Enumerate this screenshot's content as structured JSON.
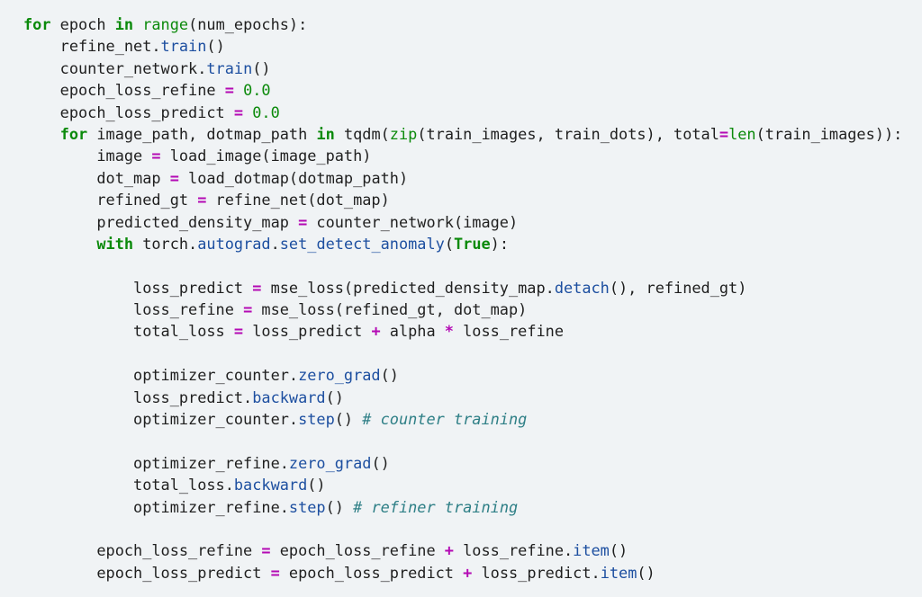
{
  "code": {
    "lines": [
      [
        {
          "t": "kw",
          "v": "for"
        },
        {
          "t": "tx",
          "v": " epoch "
        },
        {
          "t": "kw",
          "v": "in"
        },
        {
          "t": "tx",
          "v": " "
        },
        {
          "t": "bi",
          "v": "range"
        },
        {
          "t": "tx",
          "v": "(num_epochs):"
        }
      ],
      [
        {
          "t": "tx",
          "v": "    refine_net."
        },
        {
          "t": "at",
          "v": "train"
        },
        {
          "t": "tx",
          "v": "()"
        }
      ],
      [
        {
          "t": "tx",
          "v": "    counter_network."
        },
        {
          "t": "at",
          "v": "train"
        },
        {
          "t": "tx",
          "v": "()"
        }
      ],
      [
        {
          "t": "tx",
          "v": "    epoch_loss_refine "
        },
        {
          "t": "op",
          "v": "="
        },
        {
          "t": "tx",
          "v": " "
        },
        {
          "t": "nu",
          "v": "0.0"
        }
      ],
      [
        {
          "t": "tx",
          "v": "    epoch_loss_predict "
        },
        {
          "t": "op",
          "v": "="
        },
        {
          "t": "tx",
          "v": " "
        },
        {
          "t": "nu",
          "v": "0.0"
        }
      ],
      [
        {
          "t": "tx",
          "v": "    "
        },
        {
          "t": "kw",
          "v": "for"
        },
        {
          "t": "tx",
          "v": " image_path, dotmap_path "
        },
        {
          "t": "kw",
          "v": "in"
        },
        {
          "t": "tx",
          "v": " tqdm("
        },
        {
          "t": "bi",
          "v": "zip"
        },
        {
          "t": "tx",
          "v": "(train_images, train_dots), total"
        },
        {
          "t": "op",
          "v": "="
        },
        {
          "t": "bi",
          "v": "len"
        },
        {
          "t": "tx",
          "v": "(train_images)):"
        }
      ],
      [
        {
          "t": "tx",
          "v": "        image "
        },
        {
          "t": "op",
          "v": "="
        },
        {
          "t": "tx",
          "v": " load_image(image_path)"
        }
      ],
      [
        {
          "t": "tx",
          "v": "        dot_map "
        },
        {
          "t": "op",
          "v": "="
        },
        {
          "t": "tx",
          "v": " load_dotmap(dotmap_path)"
        }
      ],
      [
        {
          "t": "tx",
          "v": "        refined_gt "
        },
        {
          "t": "op",
          "v": "="
        },
        {
          "t": "tx",
          "v": " refine_net(dot_map)"
        }
      ],
      [
        {
          "t": "tx",
          "v": "        predicted_density_map "
        },
        {
          "t": "op",
          "v": "="
        },
        {
          "t": "tx",
          "v": " counter_network(image)"
        }
      ],
      [
        {
          "t": "tx",
          "v": "        "
        },
        {
          "t": "kw",
          "v": "with"
        },
        {
          "t": "tx",
          "v": " torch."
        },
        {
          "t": "at",
          "v": "autograd"
        },
        {
          "t": "tx",
          "v": "."
        },
        {
          "t": "at",
          "v": "set_detect_anomaly"
        },
        {
          "t": "tx",
          "v": "("
        },
        {
          "t": "kw",
          "v": "True"
        },
        {
          "t": "tx",
          "v": "):"
        }
      ],
      [],
      [
        {
          "t": "tx",
          "v": "            loss_predict "
        },
        {
          "t": "op",
          "v": "="
        },
        {
          "t": "tx",
          "v": " mse_loss(predicted_density_map."
        },
        {
          "t": "at",
          "v": "detach"
        },
        {
          "t": "tx",
          "v": "(), refined_gt)"
        }
      ],
      [
        {
          "t": "tx",
          "v": "            loss_refine "
        },
        {
          "t": "op",
          "v": "="
        },
        {
          "t": "tx",
          "v": " mse_loss(refined_gt, dot_map)"
        }
      ],
      [
        {
          "t": "tx",
          "v": "            total_loss "
        },
        {
          "t": "op",
          "v": "="
        },
        {
          "t": "tx",
          "v": " loss_predict "
        },
        {
          "t": "op",
          "v": "+"
        },
        {
          "t": "tx",
          "v": " alpha "
        },
        {
          "t": "op",
          "v": "*"
        },
        {
          "t": "tx",
          "v": " loss_refine"
        }
      ],
      [],
      [
        {
          "t": "tx",
          "v": "            optimizer_counter."
        },
        {
          "t": "at",
          "v": "zero_grad"
        },
        {
          "t": "tx",
          "v": "()"
        }
      ],
      [
        {
          "t": "tx",
          "v": "            loss_predict."
        },
        {
          "t": "at",
          "v": "backward"
        },
        {
          "t": "tx",
          "v": "()"
        }
      ],
      [
        {
          "t": "tx",
          "v": "            optimizer_counter."
        },
        {
          "t": "at",
          "v": "step"
        },
        {
          "t": "tx",
          "v": "() "
        },
        {
          "t": "cm",
          "v": "# counter training"
        }
      ],
      [],
      [
        {
          "t": "tx",
          "v": "            optimizer_refine."
        },
        {
          "t": "at",
          "v": "zero_grad"
        },
        {
          "t": "tx",
          "v": "()"
        }
      ],
      [
        {
          "t": "tx",
          "v": "            total_loss."
        },
        {
          "t": "at",
          "v": "backward"
        },
        {
          "t": "tx",
          "v": "()"
        }
      ],
      [
        {
          "t": "tx",
          "v": "            optimizer_refine."
        },
        {
          "t": "at",
          "v": "step"
        },
        {
          "t": "tx",
          "v": "() "
        },
        {
          "t": "cm",
          "v": "# refiner training"
        }
      ],
      [],
      [
        {
          "t": "tx",
          "v": "        epoch_loss_refine "
        },
        {
          "t": "op",
          "v": "="
        },
        {
          "t": "tx",
          "v": " epoch_loss_refine "
        },
        {
          "t": "op",
          "v": "+"
        },
        {
          "t": "tx",
          "v": " loss_refine."
        },
        {
          "t": "at",
          "v": "item"
        },
        {
          "t": "tx",
          "v": "()"
        }
      ],
      [
        {
          "t": "tx",
          "v": "        epoch_loss_predict "
        },
        {
          "t": "op",
          "v": "="
        },
        {
          "t": "tx",
          "v": " epoch_loss_predict "
        },
        {
          "t": "op",
          "v": "+"
        },
        {
          "t": "tx",
          "v": " loss_predict."
        },
        {
          "t": "at",
          "v": "item"
        },
        {
          "t": "tx",
          "v": "()"
        }
      ]
    ]
  }
}
